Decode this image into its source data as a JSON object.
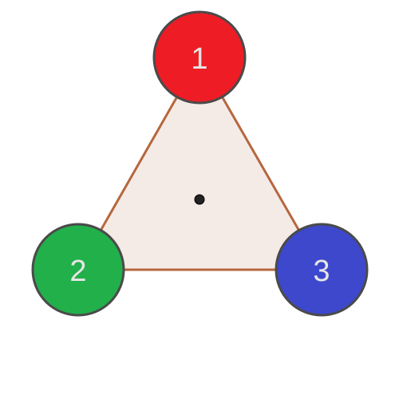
{
  "diagram": {
    "triangle": {
      "fill_color": "#f5ebe6",
      "stroke_color": "#b5673f"
    },
    "center_dot": {
      "color": "#222222"
    },
    "nodes": [
      {
        "label": "1",
        "color": "#ee1c25"
      },
      {
        "label": "2",
        "color": "#22b04b"
      },
      {
        "label": "3",
        "color": "#3d48cc"
      }
    ],
    "node_stroke_color": "#4a4a4a",
    "label_color": "#e6e6e6"
  }
}
